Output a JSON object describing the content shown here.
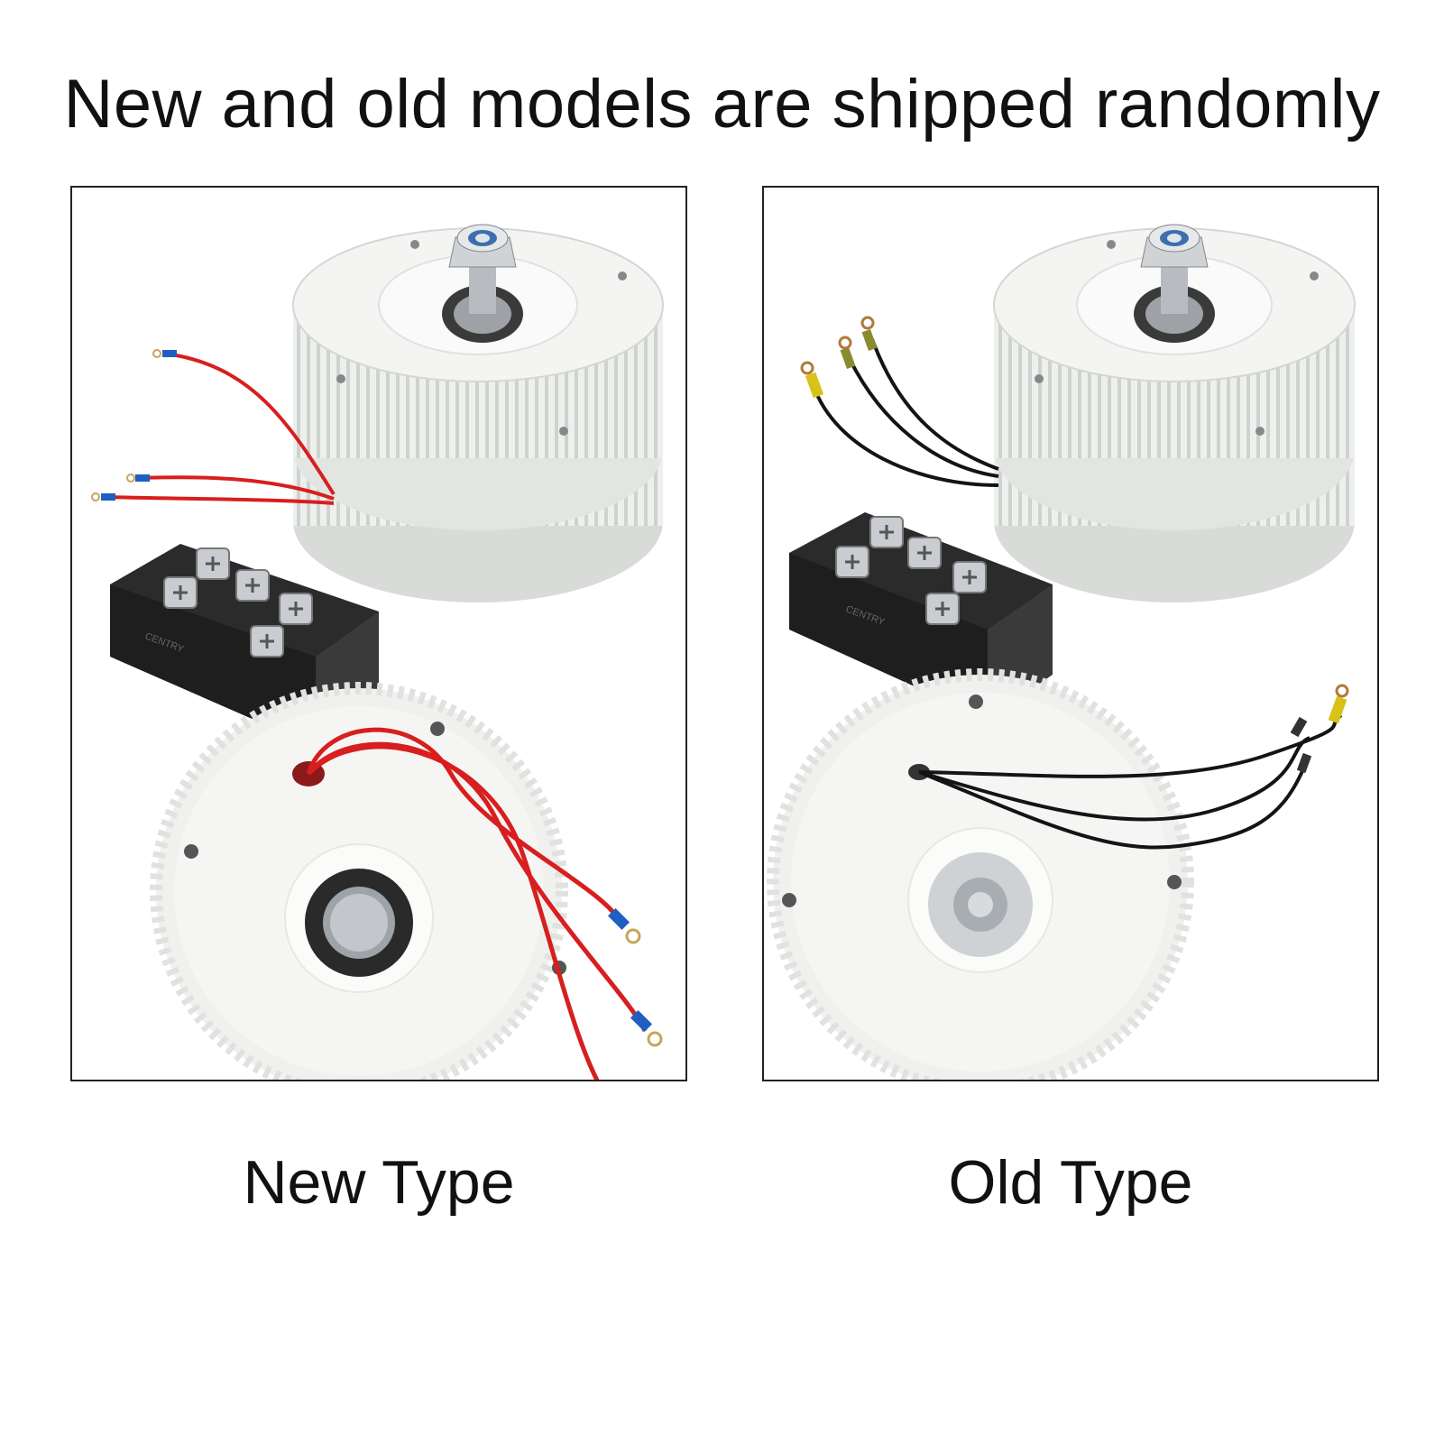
{
  "headline": "New and old models are shipped randomly",
  "panels": [
    {
      "caption": "New Type",
      "wire_color": "#d81e1e",
      "connector_color": "#1f5fbf",
      "brand_text": "CENTRY"
    },
    {
      "caption": "Old Type",
      "wire_color": "#141414",
      "connector_color": "#d8c21a",
      "brand_text": "CENTRY"
    }
  ],
  "colors": {
    "housing": "#f2f3f1",
    "shadow": "#d7dad7",
    "rectifier": "#2b2b2b",
    "shaft": "#b8bcc0"
  }
}
